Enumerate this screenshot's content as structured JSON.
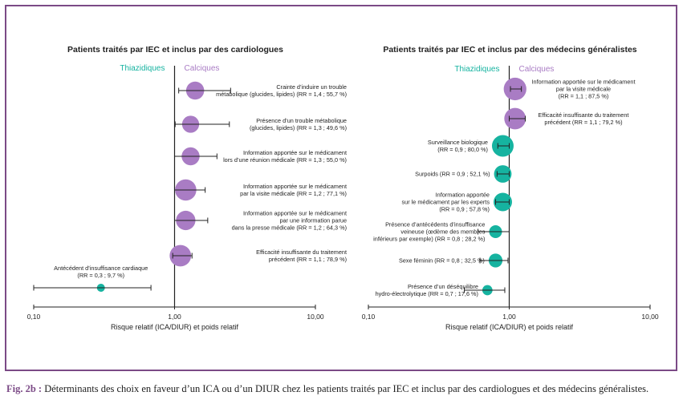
{
  "colors": {
    "thiazidiques": "#16b3a0",
    "calciques": "#a97cc4",
    "frame": "#7b4a86"
  },
  "caption": {
    "label": "Fig. 2b :",
    "text": " Déterminants des choix en faveur d’un ICA ou d’un DIUR chez les patients traités par IEC et inclus par des cardiologues et des médecins généralistes."
  },
  "chart_data": [
    {
      "type": "scatter",
      "subtype": "forest-plot",
      "title": "Patients traités par IEC et inclus par des cardiologues",
      "left_header": "Thiazidiques",
      "right_header": "Calciques",
      "xlabel": "Risque relatif (ICA/DIUR) et poids relatif",
      "xscale": "log",
      "xlim": [
        0.1,
        10
      ],
      "xticks": [
        "0,10",
        "1,00",
        "10,00"
      ],
      "points": [
        {
          "lines": [
            "Crainte d’induire un trouble",
            "métabolique (glucides, lipides) (RR = 1,4 ; 55,7 %)"
          ],
          "rr": 1.4,
          "ci": [
            1.07,
            2.5
          ],
          "weight": 55.7
        },
        {
          "lines": [
            "Présence d’un trouble métabolique",
            "(glucides, lipides) (RR = 1,3 ; 49,6 %)"
          ],
          "rr": 1.3,
          "ci": [
            1.01,
            2.45
          ],
          "weight": 49.6
        },
        {
          "lines": [
            "Information apportée sur le médicament",
            "lors d’une réunion médicale (RR = 1,3 ; 55,0 %)"
          ],
          "rr": 1.3,
          "ci": [
            1.0,
            2.0
          ],
          "weight": 55.0
        },
        {
          "lines": [
            "Information apportée sur le médicament",
            "par la visite médicale (RR = 1,2 ; 77,1 %)"
          ],
          "rr": 1.2,
          "ci": [
            1.0,
            1.65
          ],
          "weight": 77.1
        },
        {
          "lines": [
            "Information apportée sur le médicament",
            "par une information parue",
            "dans la presse médicale (RR = 1,2 ; 64,3 %)"
          ],
          "rr": 1.2,
          "ci": [
            1.0,
            1.72
          ],
          "weight": 64.3
        },
        {
          "lines": [
            "Efficacité insuffisante du traitement",
            "précédent (RR = 1,1 ; 78,9 %)"
          ],
          "rr": 1.1,
          "ci": [
            0.97,
            1.33
          ],
          "weight": 78.9
        },
        {
          "lines": [
            "Antécédent d’insuffisance cardiaque",
            "(RR = 0,3 ; 9,7 %)"
          ],
          "rr": 0.3,
          "ci": [
            0.1,
            0.68
          ],
          "weight": 9.7
        }
      ]
    },
    {
      "type": "scatter",
      "subtype": "forest-plot",
      "title": "Patients traités par IEC et inclus par des médecins généralistes",
      "left_header": "Thiazidiques",
      "right_header": "Calciques",
      "xlabel": "Risque relatif (ICA/DIUR) et poids relatif",
      "xscale": "log",
      "xlim": [
        0.1,
        10
      ],
      "xticks": [
        "0,10",
        "1,00",
        "10,00"
      ],
      "points": [
        {
          "lines": [
            "Information apportée sur le médicament",
            "par la visite médicale",
            "(RR = 1,1 ; 87,5 %)"
          ],
          "rr": 1.1,
          "ci": [
            1.02,
            1.22
          ],
          "weight": 87.5
        },
        {
          "lines": [
            "Efficacité insuffisante du traitement",
            "précédent (RR = 1,1 ; 79,2 %)"
          ],
          "rr": 1.1,
          "ci": [
            1.0,
            1.3
          ],
          "weight": 79.2
        },
        {
          "lines": [
            "Surveillance biologique",
            "(RR = 0,9 ; 80,0 %)"
          ],
          "rr": 0.9,
          "ci": [
            0.83,
            1.0
          ],
          "weight": 80.0
        },
        {
          "lines": [
            "Surpoids (RR = 0,9 ; 52,1 %)"
          ],
          "rr": 0.9,
          "ci": [
            0.82,
            1.0
          ],
          "weight": 52.1
        },
        {
          "lines": [
            "Information apportée",
            "sur le médicament par les experts",
            "(RR = 0,9 ; 57,8 %)"
          ],
          "rr": 0.9,
          "ci": [
            0.8,
            1.0
          ],
          "weight": 57.8
        },
        {
          "lines": [
            "Présence d’antécédents d’insuffisance",
            "veineuse (œdème des membres",
            "inférieurs par exemple) (RR = 0,8 ; 28,2 %)"
          ],
          "rr": 0.8,
          "ci": [
            0.6,
            1.0
          ],
          "weight": 28.2
        },
        {
          "lines": [
            "Sexe féminin (RR = 0,8 ; 32,5 %)"
          ],
          "rr": 0.8,
          "ci": [
            0.62,
            0.98
          ],
          "weight": 32.5
        },
        {
          "lines": [
            "Présence d’un déséquilibre",
            "hydro-électrolytique (RR = 0,7 ; 17,6 %)"
          ],
          "rr": 0.7,
          "ci": [
            0.48,
            0.93
          ],
          "weight": 17.6
        }
      ]
    }
  ]
}
